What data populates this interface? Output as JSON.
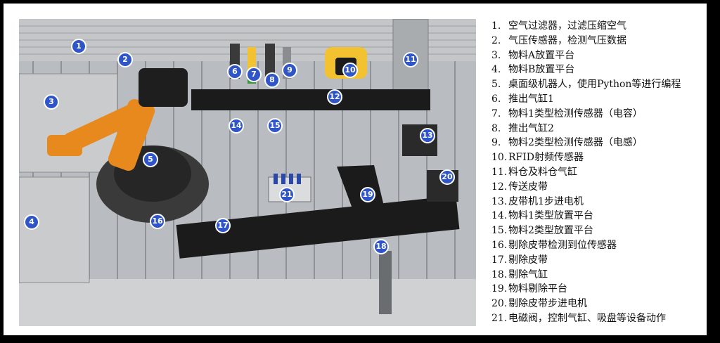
{
  "colors": {
    "marker": "#2f55c8",
    "belt": "#1b1b1b",
    "robot": "#e8891e",
    "frame": "#b9bcc0",
    "plate": "#c9cbcd",
    "cylinder_yellow": "#f2c230",
    "cylinder_green": "#3a9a3a"
  },
  "legend": [
    {
      "num": "1.",
      "text": "空气过滤器，过滤压缩空气"
    },
    {
      "num": "2.",
      "text": "气压传感器，检测气压数据"
    },
    {
      "num": "3.",
      "text": "物料A放置平台"
    },
    {
      "num": "4.",
      "text": "物料B放置平台"
    },
    {
      "num": "5.",
      "text": "桌面级机器人，使用Python等进行编程"
    },
    {
      "num": "6.",
      "text": "推出气缸1"
    },
    {
      "num": "7.",
      "text": "物料1类型检测传感器（电容）"
    },
    {
      "num": "8.",
      "text": "推出气缸2"
    },
    {
      "num": "9.",
      "text": "物料2类型检测传感器（电感）"
    },
    {
      "num": "10.",
      "text": "RFID射频传感器"
    },
    {
      "num": "11.",
      "text": "料仓及料仓气缸"
    },
    {
      "num": "12.",
      "text": "传送皮带"
    },
    {
      "num": "13.",
      "text": "皮带机1步进电机"
    },
    {
      "num": "14.",
      "text": "物料1类型放置平台"
    },
    {
      "num": "15.",
      "text": "物料2类型放置平台"
    },
    {
      "num": "16.",
      "text": "剔除皮带检测到位传感器"
    },
    {
      "num": "17.",
      "text": "剔除皮带"
    },
    {
      "num": "18.",
      "text": "剔除气缸"
    },
    {
      "num": "19.",
      "text": "物料剔除平台"
    },
    {
      "num": "20.",
      "text": "剔除皮带步进电机"
    },
    {
      "num": "21.",
      "text": "电磁阀，控制气缸、吸盘等设备动作"
    }
  ],
  "markers": [
    "1",
    "2",
    "3",
    "4",
    "5",
    "6",
    "7",
    "8",
    "9",
    "10",
    "11",
    "12",
    "13",
    "14",
    "15",
    "16",
    "17",
    "18",
    "19",
    "20",
    "21"
  ]
}
